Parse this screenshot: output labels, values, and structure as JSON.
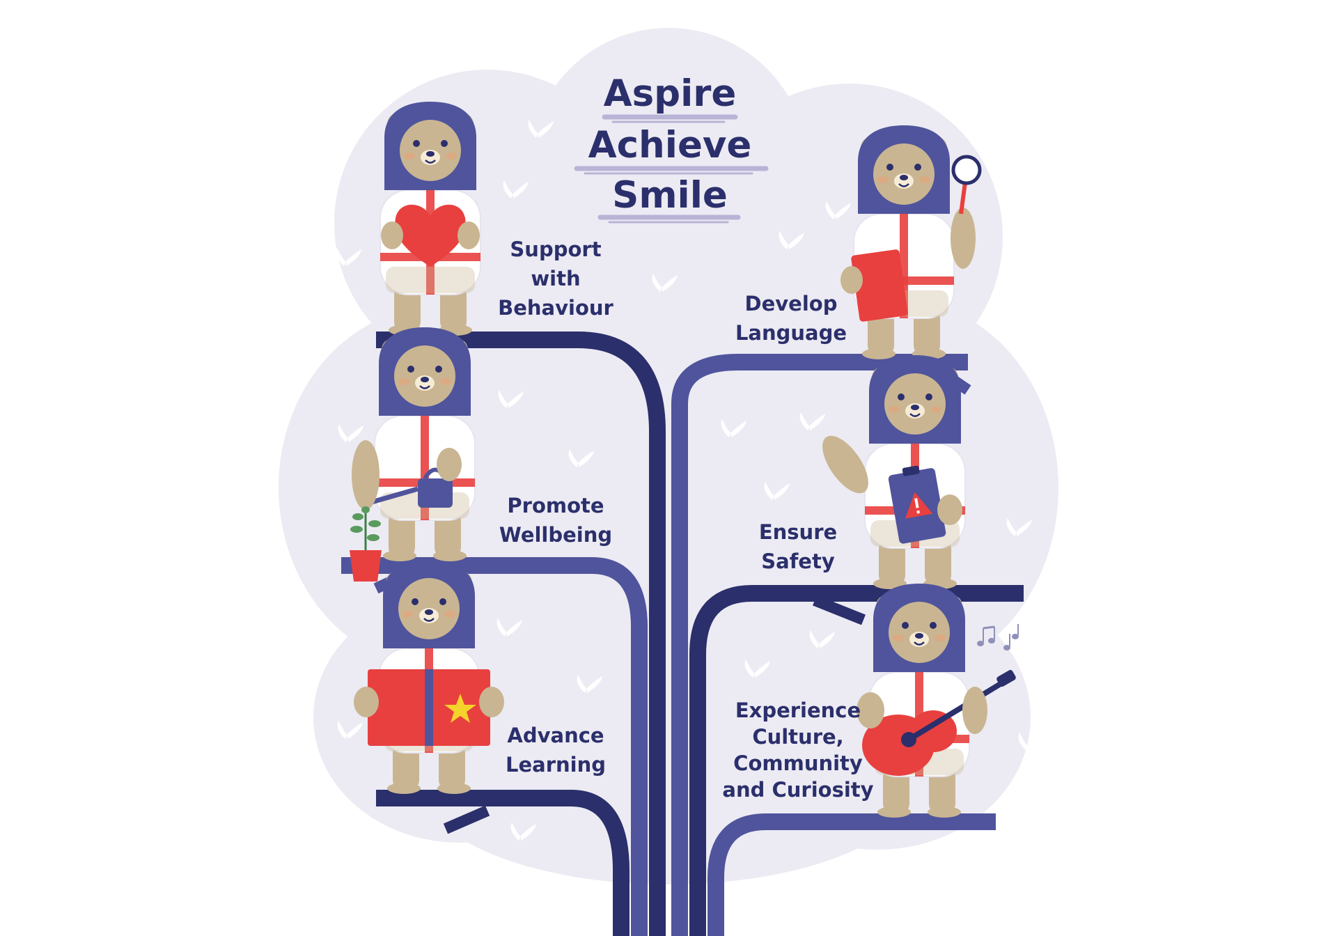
{
  "title": {
    "lines": [
      "Aspire",
      "Achieve",
      "Smile"
    ]
  },
  "labels": {
    "support": [
      "Support",
      "with",
      "Behaviour"
    ],
    "wellbeing": [
      "Promote",
      "Wellbeing"
    ],
    "learning": [
      "Advance",
      "Learning"
    ],
    "language": [
      "Develop",
      "Language"
    ],
    "safety": [
      "Ensure",
      "Safety"
    ],
    "culture": [
      "Experience",
      "Culture,",
      "Community",
      "and Curiosity"
    ]
  },
  "colors": {
    "canopy": "#ecebf3",
    "trunk_dark": "#2b2f6b",
    "trunk_light": "#4f549c",
    "bear_fur": "#c9b592",
    "hood": "#4f549c",
    "suit": "#ffffff",
    "accent_red": "#e8403f",
    "text": "#2b2f6b"
  },
  "bears": [
    {
      "name": "bear-heart",
      "prop": "heart-icon"
    },
    {
      "name": "bear-watering-can",
      "prop": "watering-can-icon"
    },
    {
      "name": "bear-book",
      "prop": "book-star-icon"
    },
    {
      "name": "bear-magnifier",
      "prop": "magnifying-glass-icon"
    },
    {
      "name": "bear-clipboard",
      "prop": "clipboard-warning-icon"
    },
    {
      "name": "bear-guitar",
      "prop": "guitar-icon"
    }
  ]
}
